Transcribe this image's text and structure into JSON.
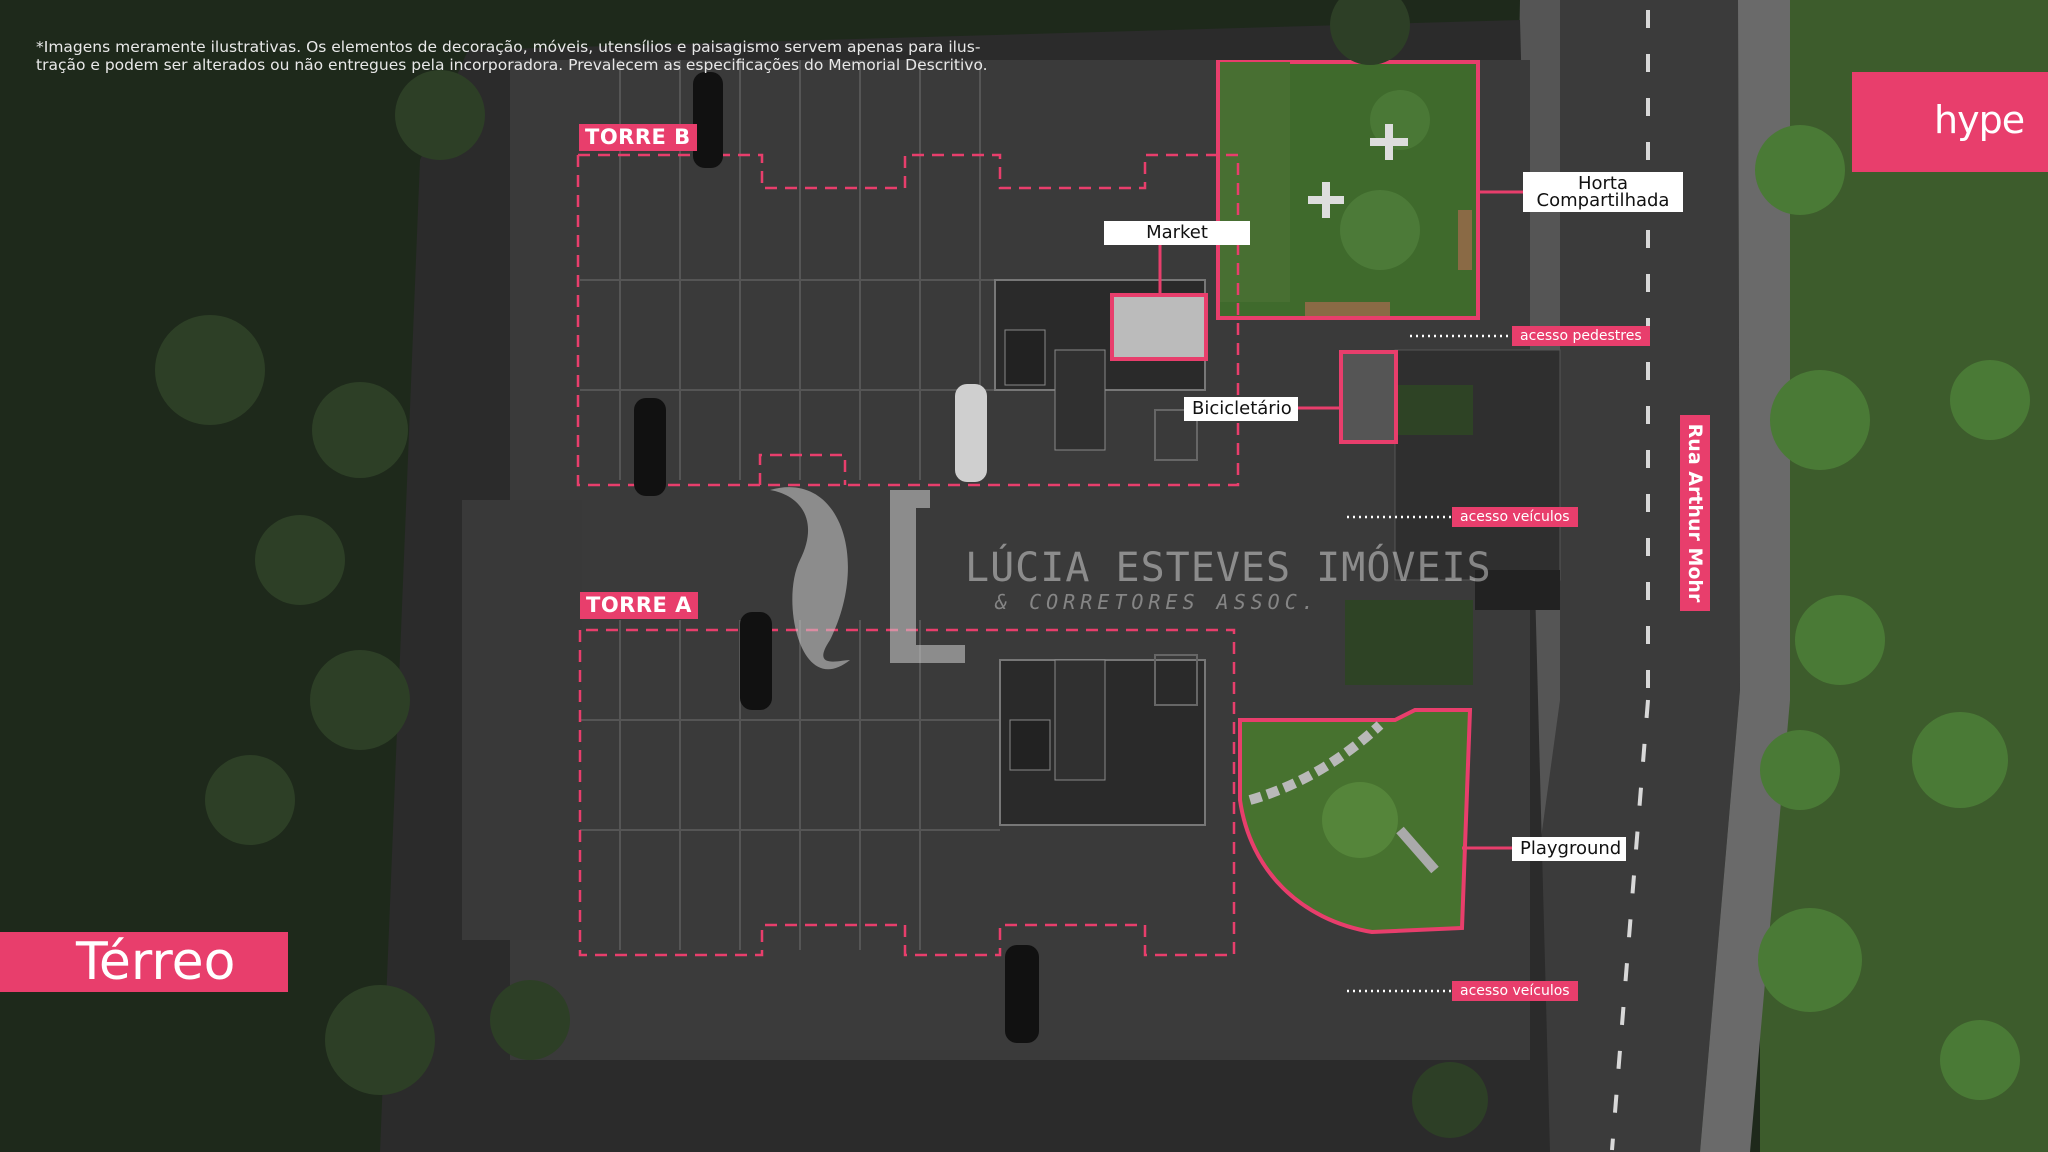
{
  "disclaimer": "*Imagens meramente ilustrativas. Os elementos de decoração, móveis, utensílios e paisagismo servem apenas para ilus-tração e podem ser alterados ou não entregues pela incorporadora. Prevalecem as especificações do Memorial Descritivo.",
  "towers": {
    "b": "TORRE B",
    "a": "TORRE A"
  },
  "callouts": {
    "market": "Market",
    "horta": "Horta Compartilhada",
    "bicicletario": "Bicicletário",
    "playground": "Playground"
  },
  "access": {
    "pedestres": "acesso pedestres",
    "veiculos_top": "acesso veículos",
    "veiculos_bottom": "acesso veículos"
  },
  "street": "Rua Arthur Mohr",
  "brand": "hype",
  "floor": "Térreo",
  "watermark": {
    "name": "LÚCIA ESTEVES IMÓVEIS",
    "sub": "& CORRETORES ASSOC."
  },
  "colors": {
    "accent": "#e83e6c",
    "grass": "#3e5e2e",
    "asphalt": "#3a3a3a",
    "road": "#4a4a4a"
  },
  "icons": [
    "hype-logo-icon",
    "tree-icon",
    "car-icon",
    "accessible-parking-icon",
    "watermark-logo-icon"
  ]
}
